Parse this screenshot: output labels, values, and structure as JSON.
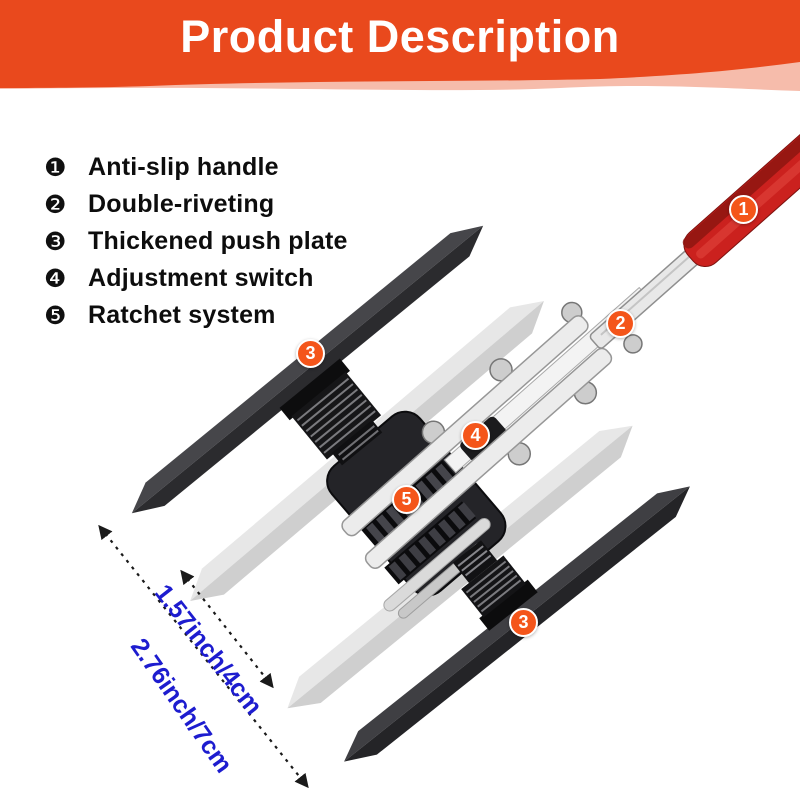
{
  "header": {
    "title": "Product Description"
  },
  "features": {
    "items": [
      {
        "bullet": "❶",
        "label": "Anti-slip handle"
      },
      {
        "bullet": "❷",
        "label": "Double-riveting"
      },
      {
        "bullet": "❸",
        "label": "Thickened push plate"
      },
      {
        "bullet": "❹",
        "label": "Adjustment switch"
      },
      {
        "bullet": "❺",
        "label": "Ratchet system"
      }
    ]
  },
  "callouts": [
    {
      "num": "1"
    },
    {
      "num": "2"
    },
    {
      "num": "3"
    },
    {
      "num": "4"
    },
    {
      "num": "5"
    },
    {
      "num": "3"
    }
  ],
  "dimensions": {
    "short_label": "1.57inch/4cm",
    "long_label": "2.76inch/7cm"
  },
  "colors": {
    "banner_orange": "#e9491d",
    "banner_pink": "#f6bcab",
    "badge_orange": "#f4551a",
    "dimension_blue": "#1d1ccf",
    "handle_red": "#cb211e"
  }
}
